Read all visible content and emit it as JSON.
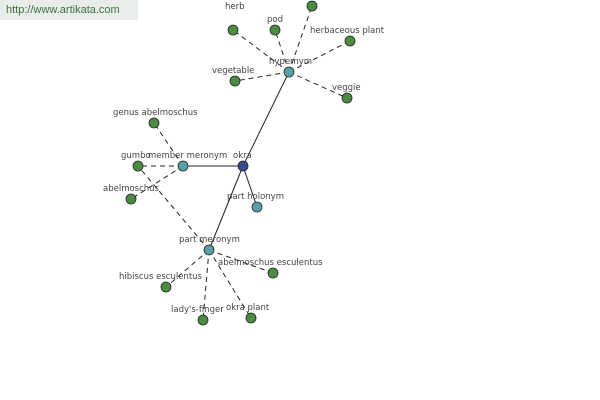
{
  "banner": {
    "url": "http://www.artikata.com"
  },
  "colors": {
    "center": "#3a4a8e",
    "relation": "#5a9ea8",
    "leaf": "#4f8a44",
    "edge": "#222222"
  },
  "graph": {
    "nodes": [
      {
        "id": "okra",
        "label": "okra",
        "kind": "center",
        "icon": "center-node-icon"
      },
      {
        "id": "hypernym",
        "label": "hypernym",
        "kind": "relation",
        "icon": "relation-node-icon"
      },
      {
        "id": "member-meronym",
        "label": "member meronym",
        "kind": "relation",
        "icon": "relation-node-icon"
      },
      {
        "id": "part-holonym",
        "label": "part holonym",
        "kind": "relation",
        "icon": "relation-node-icon"
      },
      {
        "id": "part-meronym",
        "label": "part meronym",
        "kind": "relation",
        "icon": "relation-node-icon"
      },
      {
        "id": "herb",
        "label": "herb",
        "kind": "leaf",
        "icon": "leaf-node-icon"
      },
      {
        "id": "pod",
        "label": "pod",
        "kind": "leaf",
        "icon": "leaf-node-icon"
      },
      {
        "id": "unlabeled-top",
        "label": "",
        "kind": "leaf",
        "icon": "leaf-node-icon"
      },
      {
        "id": "herbaceous-plant",
        "label": "herbaceous plant",
        "kind": "leaf",
        "icon": "leaf-node-icon"
      },
      {
        "id": "vegetable",
        "label": "vegetable",
        "kind": "leaf",
        "icon": "leaf-node-icon"
      },
      {
        "id": "veggie",
        "label": "veggie",
        "kind": "leaf",
        "icon": "leaf-node-icon"
      },
      {
        "id": "genus-abelmoschus",
        "label": "genus abelmoschus",
        "kind": "leaf",
        "icon": "leaf-node-icon"
      },
      {
        "id": "gumbo",
        "label": "gumbo",
        "kind": "leaf",
        "icon": "leaf-node-icon"
      },
      {
        "id": "abelmoschus",
        "label": "abelmoschus",
        "kind": "leaf",
        "icon": "leaf-node-icon"
      },
      {
        "id": "hibiscus-esculentus",
        "label": "hibiscus esculentus",
        "kind": "leaf",
        "icon": "leaf-node-icon"
      },
      {
        "id": "abelmoschus-esculentus",
        "label": "abelmoschus esculentus",
        "kind": "leaf",
        "icon": "leaf-node-icon"
      },
      {
        "id": "ladys-finger",
        "label": "lady's-finger",
        "kind": "leaf",
        "icon": "leaf-node-icon"
      },
      {
        "id": "okra-plant",
        "label": "okra plant",
        "kind": "leaf",
        "icon": "leaf-node-icon"
      }
    ],
    "edges": [
      {
        "from": "okra",
        "to": "hypernym",
        "style": "solid"
      },
      {
        "from": "okra",
        "to": "member-meronym",
        "style": "solid"
      },
      {
        "from": "okra",
        "to": "part-holonym",
        "style": "solid"
      },
      {
        "from": "okra",
        "to": "part-meronym",
        "style": "solid"
      },
      {
        "from": "hypernym",
        "to": "herb",
        "style": "dashed"
      },
      {
        "from": "hypernym",
        "to": "pod",
        "style": "dashed"
      },
      {
        "from": "hypernym",
        "to": "unlabeled-top",
        "style": "dashed"
      },
      {
        "from": "hypernym",
        "to": "herbaceous-plant",
        "style": "dashed"
      },
      {
        "from": "hypernym",
        "to": "vegetable",
        "style": "dashed"
      },
      {
        "from": "hypernym",
        "to": "veggie",
        "style": "dashed"
      },
      {
        "from": "member-meronym",
        "to": "genus-abelmoschus",
        "style": "dashed"
      },
      {
        "from": "member-meronym",
        "to": "gumbo",
        "style": "dashed"
      },
      {
        "from": "member-meronym",
        "to": "abelmoschus",
        "style": "dashed"
      },
      {
        "from": "part-meronym",
        "to": "gumbo",
        "style": "dashed"
      },
      {
        "from": "part-meronym",
        "to": "hibiscus-esculentus",
        "style": "dashed"
      },
      {
        "from": "part-meronym",
        "to": "abelmoschus-esculentus",
        "style": "dashed"
      },
      {
        "from": "part-meronym",
        "to": "ladys-finger",
        "style": "dashed"
      },
      {
        "from": "part-meronym",
        "to": "okra-plant",
        "style": "dashed"
      }
    ]
  }
}
